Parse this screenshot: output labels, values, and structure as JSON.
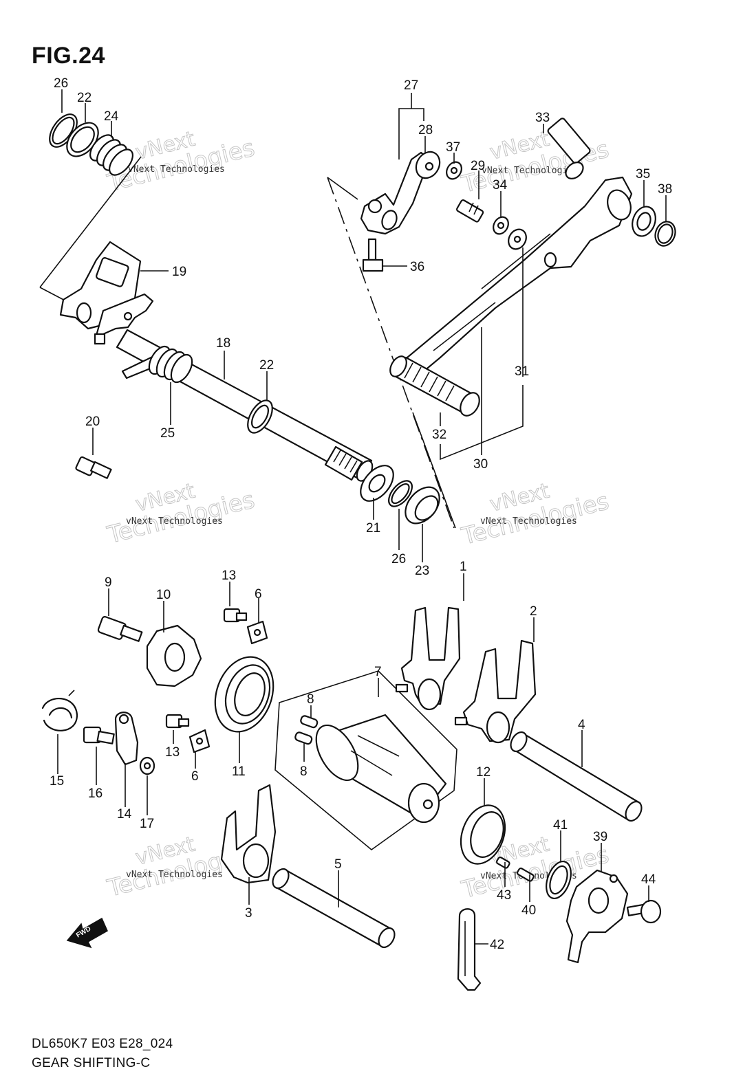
{
  "figure": {
    "title": "FIG.24",
    "code": "DL650K7 E03 E28_024",
    "name": "GEAR SHIFTING-C"
  },
  "watermark": {
    "line1": "vNext",
    "line2": "vNext Technologies",
    "line3": "Technologies"
  },
  "direction_badge": "FWD",
  "callouts": [
    {
      "id": "c26a",
      "label": "26"
    },
    {
      "id": "c22a",
      "label": "22"
    },
    {
      "id": "c24",
      "label": "24"
    },
    {
      "id": "c27",
      "label": "27"
    },
    {
      "id": "c28",
      "label": "28"
    },
    {
      "id": "c37",
      "label": "37"
    },
    {
      "id": "c29",
      "label": "29"
    },
    {
      "id": "c33",
      "label": "33"
    },
    {
      "id": "c34",
      "label": "34"
    },
    {
      "id": "c35",
      "label": "35"
    },
    {
      "id": "c38",
      "label": "38"
    },
    {
      "id": "c36",
      "label": "36"
    },
    {
      "id": "c19",
      "label": "19"
    },
    {
      "id": "c18",
      "label": "18"
    },
    {
      "id": "c22b",
      "label": "22"
    },
    {
      "id": "c25",
      "label": "25"
    },
    {
      "id": "c20",
      "label": "20"
    },
    {
      "id": "c31",
      "label": "31"
    },
    {
      "id": "c32",
      "label": "32"
    },
    {
      "id": "c30",
      "label": "30"
    },
    {
      "id": "c21",
      "label": "21"
    },
    {
      "id": "c26b",
      "label": "26"
    },
    {
      "id": "c23",
      "label": "23"
    },
    {
      "id": "c1",
      "label": "1"
    },
    {
      "id": "c2",
      "label": "2"
    },
    {
      "id": "c9",
      "label": "9"
    },
    {
      "id": "c10",
      "label": "10"
    },
    {
      "id": "c13a",
      "label": "13"
    },
    {
      "id": "c6a",
      "label": "6"
    },
    {
      "id": "c7",
      "label": "7"
    },
    {
      "id": "c8a",
      "label": "8"
    },
    {
      "id": "c8b",
      "label": "8"
    },
    {
      "id": "c4",
      "label": "4"
    },
    {
      "id": "c15",
      "label": "15"
    },
    {
      "id": "c16",
      "label": "16"
    },
    {
      "id": "c14",
      "label": "14"
    },
    {
      "id": "c17",
      "label": "17"
    },
    {
      "id": "c13b",
      "label": "13"
    },
    {
      "id": "c6b",
      "label": "6"
    },
    {
      "id": "c11",
      "label": "11"
    },
    {
      "id": "c12",
      "label": "12"
    },
    {
      "id": "c41",
      "label": "41"
    },
    {
      "id": "c39",
      "label": "39"
    },
    {
      "id": "c44",
      "label": "44"
    },
    {
      "id": "c5",
      "label": "5"
    },
    {
      "id": "c3",
      "label": "3"
    },
    {
      "id": "c43",
      "label": "43"
    },
    {
      "id": "c40",
      "label": "40"
    },
    {
      "id": "c42",
      "label": "42"
    }
  ]
}
